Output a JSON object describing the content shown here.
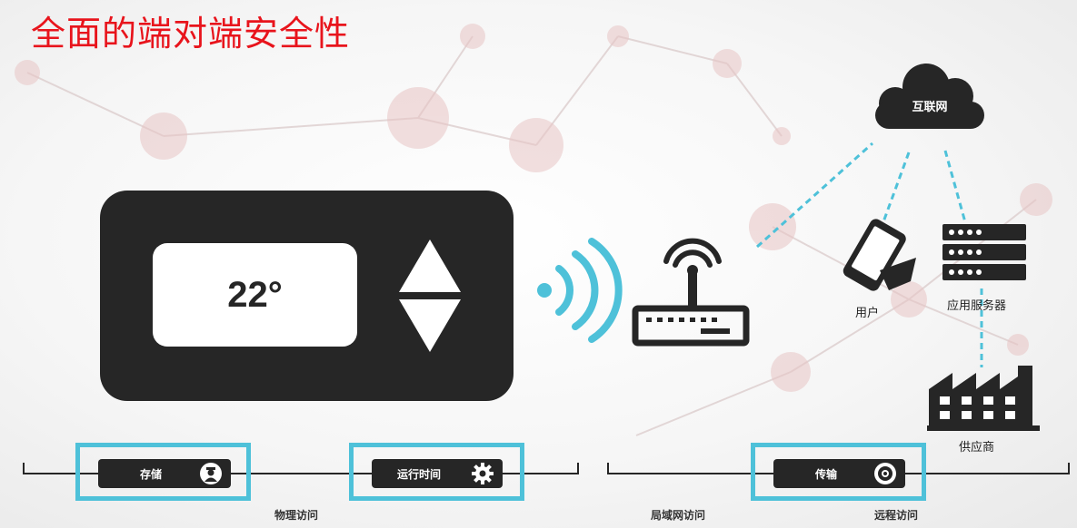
{
  "title": "全面的端对端安全性",
  "device": {
    "temperature": "22°"
  },
  "network": {
    "cloud_label": "互联网",
    "user_label": "用户",
    "server_label": "应用服务器",
    "factory_label": "供应商"
  },
  "access_bar": {
    "storage_label": "存储",
    "runtime_label": "运行时间",
    "transport_label": "传输",
    "physical_access": "物理访问",
    "lan_access": "局域网访问",
    "remote_access": "远程访问"
  },
  "colors": {
    "title": "#e8141c",
    "accent": "#4ec1d9",
    "dark": "#262626"
  },
  "icons": [
    "up-arrow-icon",
    "down-arrow-icon",
    "wifi-signal-icon",
    "router-icon",
    "cloud-icon",
    "smartphone-icon",
    "server-rack-icon",
    "factory-icon",
    "user-silhouette-icon",
    "gear-icon",
    "transfer-icon"
  ]
}
